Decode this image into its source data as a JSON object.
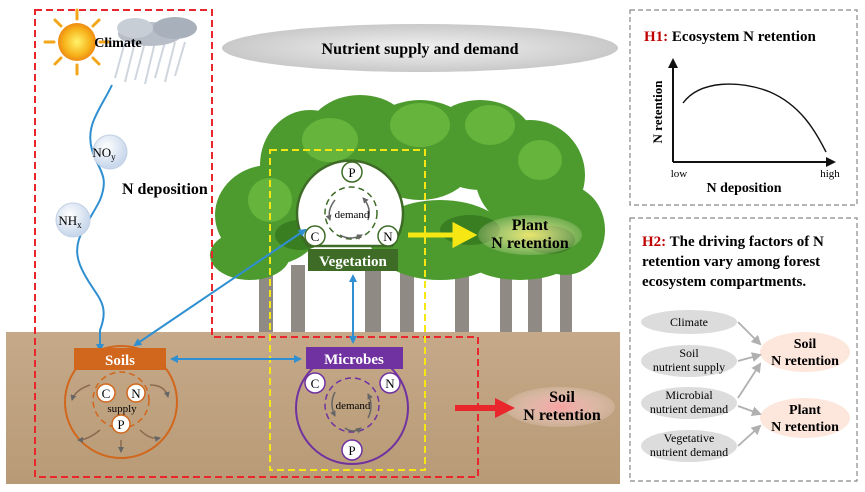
{
  "main": {
    "climate_label": "Climate",
    "nutrient_title": "Nutrient supply and demand",
    "noy_label": "NO",
    "noy_sub": "y",
    "nhx_label": "NH",
    "nhx_sub": "x",
    "n_deposition_label": "N deposition",
    "vegetation": {
      "label": "Vegetation",
      "circle_text": "demand",
      "elements": [
        "P",
        "C",
        "N"
      ]
    },
    "soils": {
      "label": "Soils",
      "circle_text": "supply",
      "elements": [
        "C",
        "N",
        "P"
      ]
    },
    "microbes": {
      "label": "Microbes",
      "circle_text": "demand",
      "elements": [
        "C",
        "N",
        "P"
      ]
    },
    "plant_retention": [
      "Plant",
      "N retention"
    ],
    "soil_retention": [
      "Soil",
      "N retention"
    ]
  },
  "h1": {
    "prefix": "H1:",
    "title": " Ecosystem N retention",
    "ylabel": "N retention",
    "xlabel": "N deposition",
    "x_low": "low",
    "x_high": "high"
  },
  "h2": {
    "lines": [
      {
        "prefix": "H2:",
        "text": " The driving factors of N"
      },
      {
        "prefix": "",
        "text": "retention vary among forest"
      },
      {
        "prefix": "",
        "text": "ecosystem compartments."
      }
    ],
    "factors": [
      [
        "Climate"
      ],
      [
        "Soil",
        "nutrient supply"
      ],
      [
        "Microbial",
        "nutrient demand"
      ],
      [
        "Vegetative",
        "nutrient demand"
      ]
    ],
    "targets": [
      [
        "Soil",
        "N retention"
      ],
      [
        "Plant",
        "N retention"
      ]
    ]
  },
  "colors": {
    "red_dash": "#e8262b",
    "yellow_dash": "#f5e614",
    "vegetation_green": "#3e6b26",
    "soils_orange": "#d1671c",
    "microbes_purple": "#7032a0",
    "blue_arrow": "#2f8fd1",
    "h1_red": "#c00000",
    "ground": "#c8ad8c"
  }
}
